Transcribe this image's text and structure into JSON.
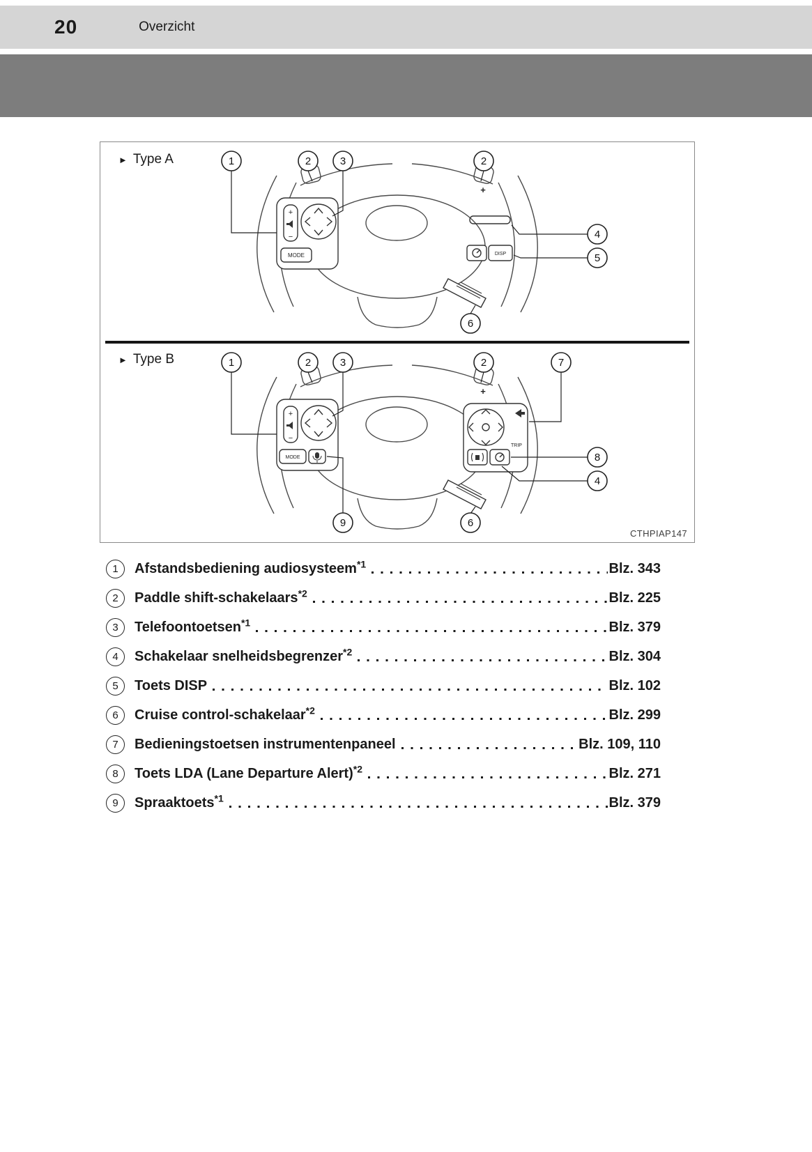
{
  "header": {
    "page_number": "20",
    "section_title": "Overzicht"
  },
  "figure": {
    "pointer": "►",
    "caption": "CTHPIAP147",
    "glyphs": {
      "plus": "+",
      "minus": "−",
      "mode": "MODE",
      "disp": "DISP",
      "trip": "TRIP"
    },
    "type_a": {
      "label": "Type A",
      "callouts": [
        "1",
        "2",
        "3",
        "2",
        "4",
        "5",
        "6"
      ]
    },
    "type_b": {
      "label": "Type B",
      "callouts": [
        "1",
        "2",
        "3",
        "2",
        "7",
        "8",
        "4",
        "9",
        "6"
      ]
    }
  },
  "legend": {
    "items": [
      {
        "num": "1",
        "label": "Afstandsbediening audiosysteem",
        "note": "*1",
        "page": "Blz. 343"
      },
      {
        "num": "2",
        "label": "Paddle shift-schakelaars",
        "note": "*2",
        "page": "Blz. 225"
      },
      {
        "num": "3",
        "label": "Telefoontoetsen",
        "note": "*1",
        "page": "Blz. 379"
      },
      {
        "num": "4",
        "label": "Schakelaar snelheidsbegrenzer",
        "note": "*2",
        "page": "Blz. 304"
      },
      {
        "num": "5",
        "label": "Toets DISP",
        "note": "",
        "page": "Blz. 102"
      },
      {
        "num": "6",
        "label": "Cruise control-schakelaar",
        "note": "*2",
        "page": "Blz. 299"
      },
      {
        "num": "7",
        "label": "Bedieningstoetsen instrumentenpaneel",
        "note": "",
        "page": "Blz. 109, 110"
      },
      {
        "num": "8",
        "label": "Toets LDA (Lane Departure Alert)",
        "note": "*2",
        "page": "Blz. 271"
      },
      {
        "num": "9",
        "label": "Spraaktoets",
        "note": "*1",
        "page": "Blz. 379"
      }
    ]
  }
}
